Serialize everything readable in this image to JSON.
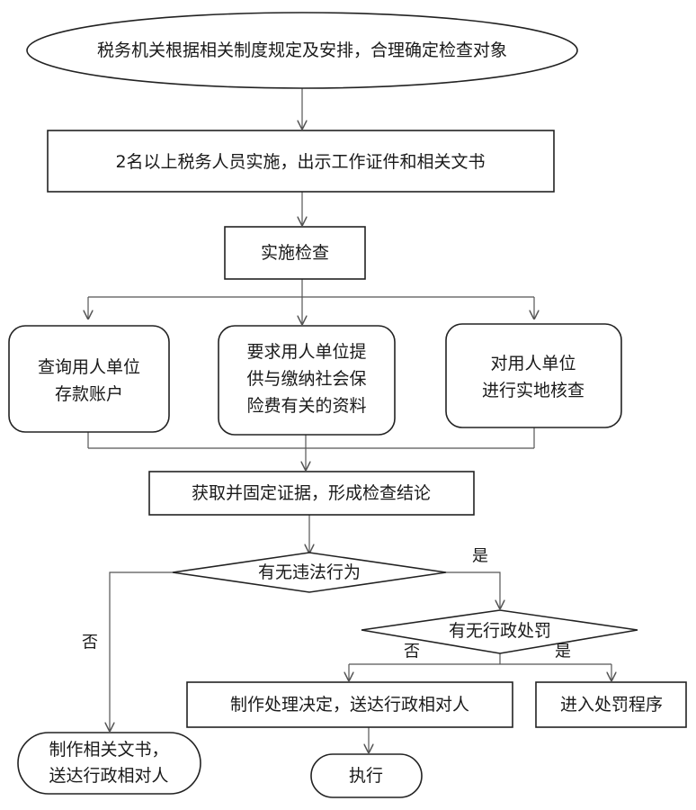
{
  "nodes": {
    "start": "税务机关根据相关制度规定及安排，合理确定检查对象",
    "staff": "2名以上税务人员实施，出示工作证件和相关文书",
    "implement": "实施检查",
    "query": [
      "查询用人单位",
      "存款账户"
    ],
    "request": [
      "要求用人单位提",
      "供与缴纳社会保",
      "险费有关的资料"
    ],
    "onsite": [
      "对用人单位",
      "进行实地核查"
    ],
    "evidence": "获取并固定证据，形成检查结论",
    "decision_violation": "有无违法行为",
    "decision_penalty": "有无行政处罚",
    "make_decision": "制作处理决定，送达行政相对人",
    "penalty_proc": "进入处罚程序",
    "no_violation_doc": [
      "制作相关文书，",
      "送达行政相对人"
    ],
    "execute": "执行"
  },
  "edge_labels": {
    "violation_yes": "是",
    "violation_no": "否",
    "penalty_no": "否",
    "penalty_yes": "是"
  },
  "colors": {
    "stroke": "#222222",
    "connector": "#555555",
    "fill": "#ffffff",
    "text": "#1a1a1a"
  }
}
